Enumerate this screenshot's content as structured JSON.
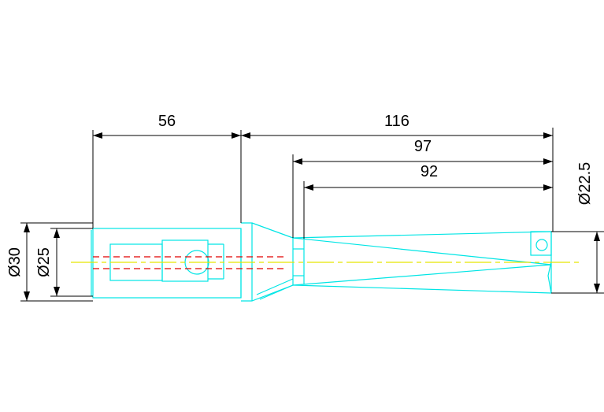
{
  "drawing": {
    "dimensions": {
      "shank_length": "56",
      "overall_length": "116",
      "flute_length": "97",
      "cutting_length": "92",
      "tip_diameter": "Ø22.5",
      "shank_outer_diameter": "Ø30",
      "shank_inner_diameter": "Ø25"
    },
    "colors": {
      "outline": "#00e5e5",
      "hidden_line": "#e00000",
      "centerline": "#e6e600",
      "dimension": "#000000",
      "background": "#ffffff"
    }
  }
}
